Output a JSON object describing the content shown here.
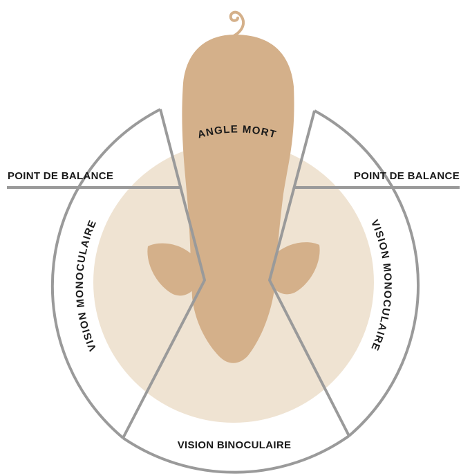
{
  "labels": {
    "blind_spot": "ANGLE MORT",
    "balance_point_left": "POINT DE BALANCE",
    "balance_point_right": "POINT DE BALANCE",
    "monocular_left": "VISION MONOCULAIRE",
    "monocular_right": "VISION MONOCULAIRE",
    "binocular": "VISION BINOCULAIRE"
  },
  "colors": {
    "field_fill": "#efe3d2",
    "animal_fill": "#d4b08a",
    "line": "#9a9a9a",
    "text": "#1a1a1a"
  }
}
